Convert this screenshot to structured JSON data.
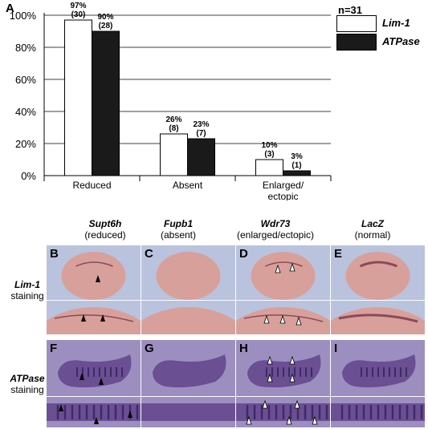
{
  "panel_labels": [
    "A",
    "B",
    "C",
    "D",
    "E",
    "F",
    "G",
    "H",
    "I"
  ],
  "legend": {
    "n_label": "n=31",
    "items": [
      {
        "label": "Lim-1",
        "fill": "#ffffff"
      },
      {
        "label": "ATPase",
        "fill": "#1a1a1a"
      }
    ]
  },
  "chart_data": {
    "type": "bar",
    "categories": [
      "Reduced",
      "Absent",
      "Enlarged/\nectopic"
    ],
    "series": [
      {
        "name": "Lim-1",
        "values": [
          97,
          26,
          10
        ],
        "labels": [
          "97%\n(30)",
          "26%\n(8)",
          "10%\n(3)"
        ],
        "color": "#ffffff"
      },
      {
        "name": "ATPase",
        "values": [
          90,
          23,
          3
        ],
        "labels": [
          "90%\n(28)",
          "23%\n(7)",
          "3%\n(1)"
        ],
        "color": "#1a1a1a"
      }
    ],
    "ylim": [
      0,
      100
    ],
    "yticks": [
      "0%",
      "20%",
      "40%",
      "60%",
      "80%",
      "100%"
    ],
    "grid": true
  },
  "columns": [
    {
      "gene": "Supt6h",
      "phenotype": "(reduced)"
    },
    {
      "gene": "Fupb1",
      "phenotype": "(absent)"
    },
    {
      "gene": "Wdr73",
      "phenotype": "(enlarged/ectopic)"
    },
    {
      "gene": "LacZ",
      "phenotype": "(normal)"
    }
  ],
  "rows": [
    {
      "gene": "Lim-1",
      "label": "staining"
    },
    {
      "gene": "ATPase",
      "label": "staining"
    }
  ],
  "colors": {
    "lim_bg": "#b9c3dd",
    "lim_embryo": "#d8a09a",
    "atp_bg": "#9c8fc0",
    "atp_embryo": "#6a4f93"
  }
}
